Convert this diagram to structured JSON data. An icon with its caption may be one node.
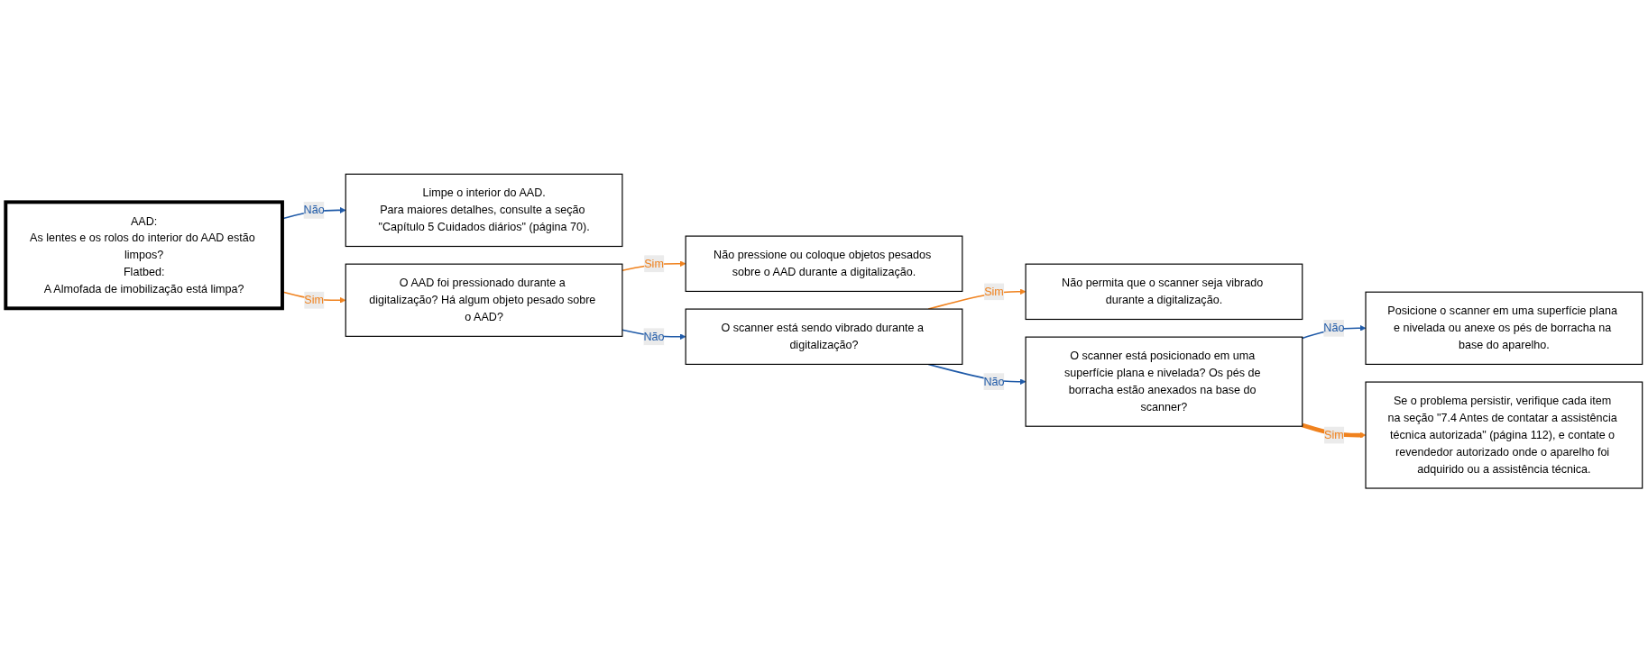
{
  "diagram": {
    "nodes": [
      {
        "text": [
          "AAD:",
          "As lentes e os rolos do interior do AAD estão limpos?",
          "Flatbed:",
          "A Almofada de imobilização está limpa?"
        ]
      },
      {
        "text": [
          "Limpe o interior do AAD.",
          "Para maiores detalhes, consulte a seção \"Capítulo 5 Cuidados diários\" (página 70)."
        ]
      },
      {
        "text": [
          "O AAD foi pressionado durante a digitalização? Há algum objeto pesado sobre o AAD?"
        ]
      },
      {
        "text": [
          "Não pressione ou coloque objetos pesados sobre o AAD durante a digitalização."
        ]
      },
      {
        "text": [
          "O scanner está sendo vibrado durante a digitalização?"
        ]
      },
      {
        "text": [
          "Não permita que o scanner seja vibrado durante a digitalização."
        ]
      },
      {
        "text": [
          "O scanner está posicionado em uma superfície plana e nivelada? Os pés de borracha estão anexados na base do scanner?"
        ]
      },
      {
        "text": [
          "Posicione o scanner em uma superfície plana e nivelada ou anexe os pés de borracha na base do aparelho."
        ]
      },
      {
        "text": [
          "Se o problema persistir, verifique cada item na seção \"7.4 Antes de contatar a assistência técnica autorizada\" (página 112), e contate o revendedor autorizado onde o aparelho foi adquirido ou a assistência técnica."
        ]
      }
    ],
    "edges": [
      {
        "from": 0,
        "to": 1,
        "arrow": "to",
        "label": "Não",
        "color": "#1f5aa8"
      },
      {
        "from": 0,
        "to": 2,
        "arrow": "to",
        "label": "Sim",
        "color": "#f0821e"
      },
      {
        "from": 2,
        "to": 3,
        "arrow": "to",
        "label": "Sim",
        "color": "#f0821e"
      },
      {
        "from": 2,
        "to": 4,
        "arrow": "to",
        "label": "Não",
        "color": "#1f5aa8"
      },
      {
        "from": 4,
        "to": 5,
        "arrow": "to",
        "label": "Sim",
        "color": "#f0821e"
      },
      {
        "from": 4,
        "to": 6,
        "arrow": "to",
        "label": "Não",
        "color": "#1f5aa8"
      },
      {
        "from": 6,
        "to": 7,
        "arrow": "to",
        "label": "Não",
        "color": "#1f5aa8"
      },
      {
        "from": 6,
        "to": 8,
        "arrow": "to",
        "label": "Sim",
        "color": "#f0821e",
        "style": "thick"
      }
    ]
  }
}
